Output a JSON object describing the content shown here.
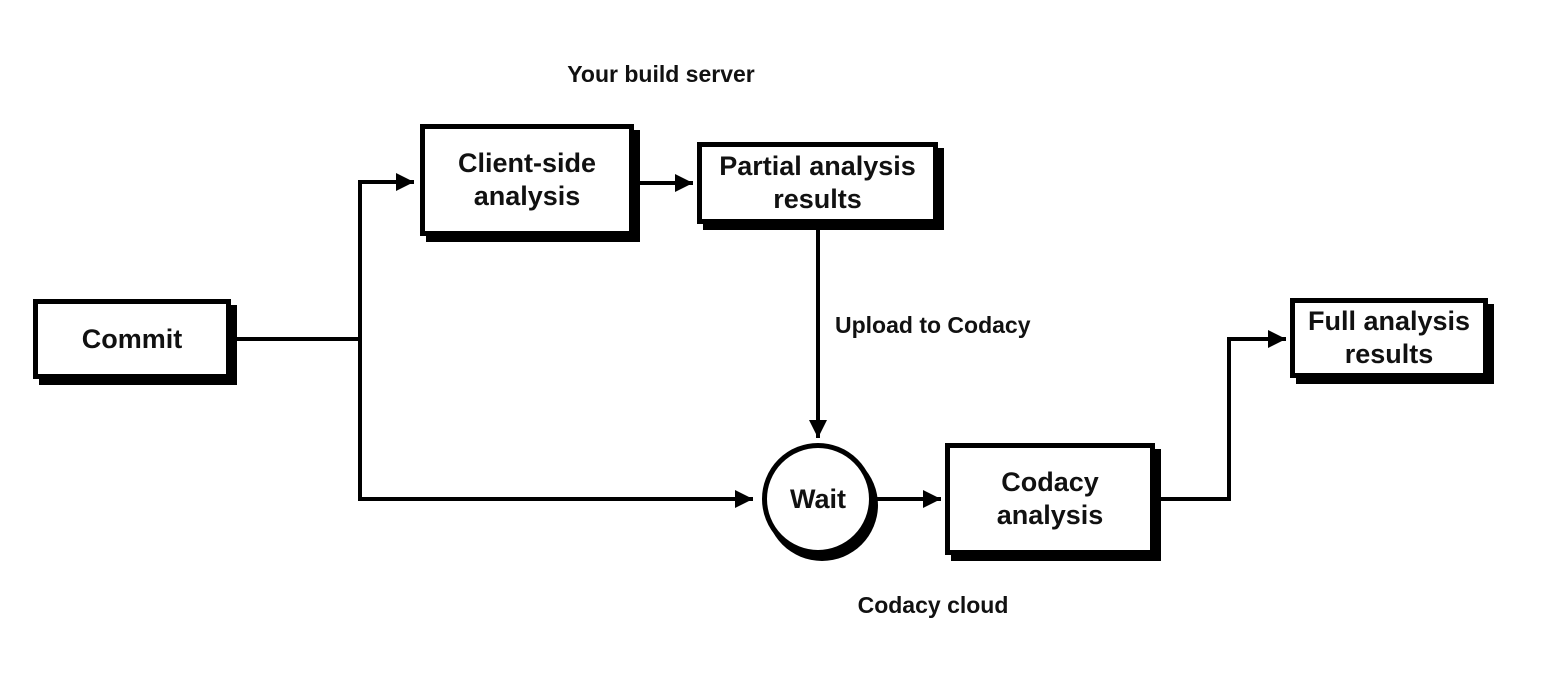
{
  "diagram": {
    "type": "flowchart",
    "background_color": "#ffffff",
    "line_color": "#000000",
    "text_color": "#111111",
    "node_fill_color": "#ffffff",
    "node_border_color": "#000000",
    "regions": {
      "build_server": "Your build server",
      "codacy_cloud": "Codacy cloud"
    },
    "nodes": {
      "commit": {
        "label": "Commit",
        "shape": "rectangle"
      },
      "client_side": {
        "label": "Client-side analysis",
        "shape": "rectangle"
      },
      "partial_results": {
        "label": "Partial analysis results",
        "shape": "rectangle"
      },
      "wait": {
        "label": "Wait",
        "shape": "circle"
      },
      "codacy_analysis": {
        "label": "Codacy analysis",
        "shape": "rectangle"
      },
      "full_results": {
        "label": "Full analysis results",
        "shape": "rectangle"
      }
    },
    "edges": [
      {
        "from": "commit",
        "to": "client_side",
        "label": ""
      },
      {
        "from": "commit",
        "to": "wait",
        "label": ""
      },
      {
        "from": "client_side",
        "to": "partial_results",
        "label": ""
      },
      {
        "from": "partial_results",
        "to": "wait",
        "label": "Upload to Codacy"
      },
      {
        "from": "wait",
        "to": "codacy_analysis",
        "label": ""
      },
      {
        "from": "codacy_analysis",
        "to": "full_results",
        "label": ""
      }
    ]
  }
}
